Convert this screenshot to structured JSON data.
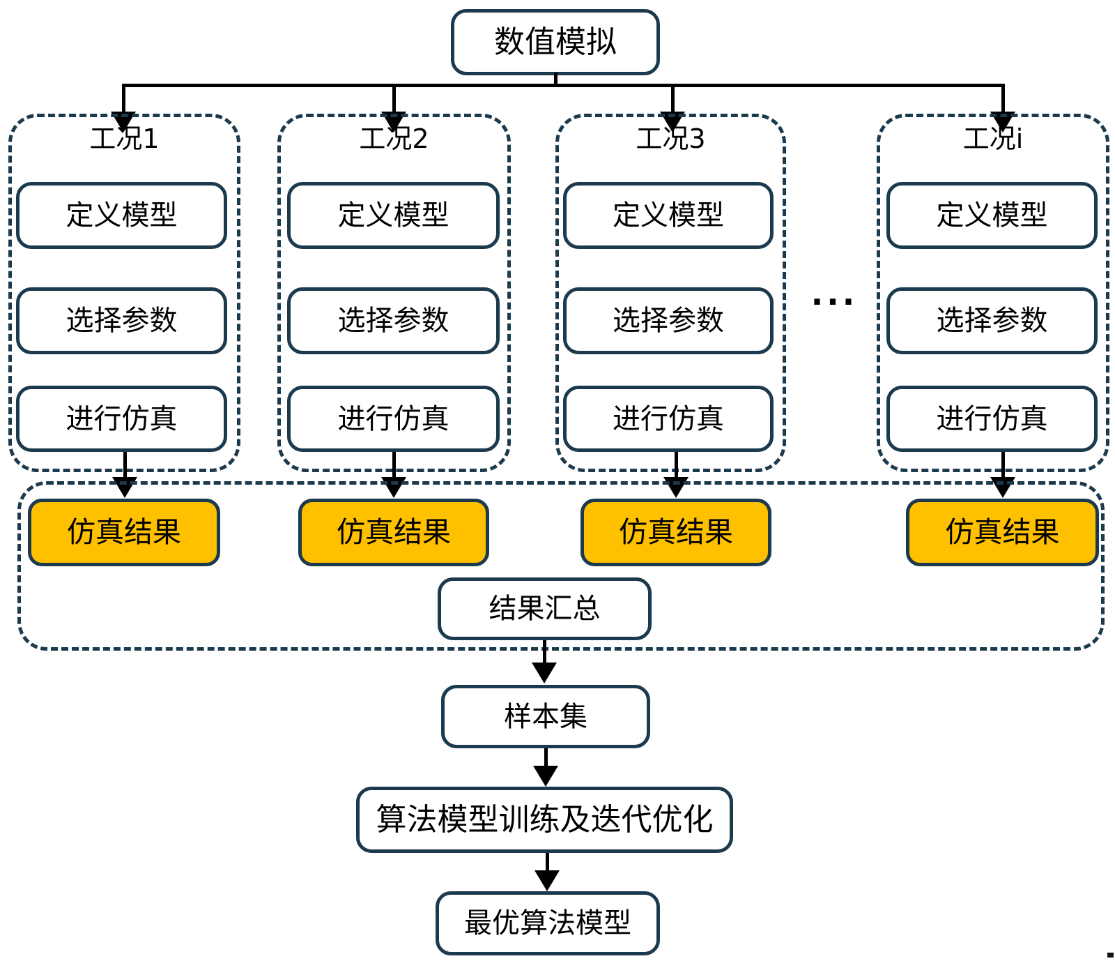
{
  "root": {
    "title": "数值模拟"
  },
  "colors": {
    "outline": "#1c3a4e",
    "highlight": "#ffc000",
    "arrow": "#000000",
    "text": "#000000",
    "background": "#ffffff"
  },
  "ellipsis": "...",
  "columns": [
    {
      "label": "工况1",
      "steps": [
        "定义模型",
        "选择参数",
        "进行仿真"
      ],
      "result": "仿真结果"
    },
    {
      "label": "工况2",
      "steps": [
        "定义模型",
        "选择参数",
        "进行仿真"
      ],
      "result": "仿真结果"
    },
    {
      "label": "工况3",
      "steps": [
        "定义模型",
        "选择参数",
        "进行仿真"
      ],
      "result": "仿真结果"
    },
    {
      "label": "工况i",
      "steps": [
        "定义模型",
        "选择参数",
        "进行仿真"
      ],
      "result": "仿真结果"
    }
  ],
  "aggregation": {
    "summary": "结果汇总"
  },
  "pipeline": {
    "sample_set": "样本集",
    "training": "算法模型训练及迭代优化",
    "optimal": "最优算法模型"
  }
}
